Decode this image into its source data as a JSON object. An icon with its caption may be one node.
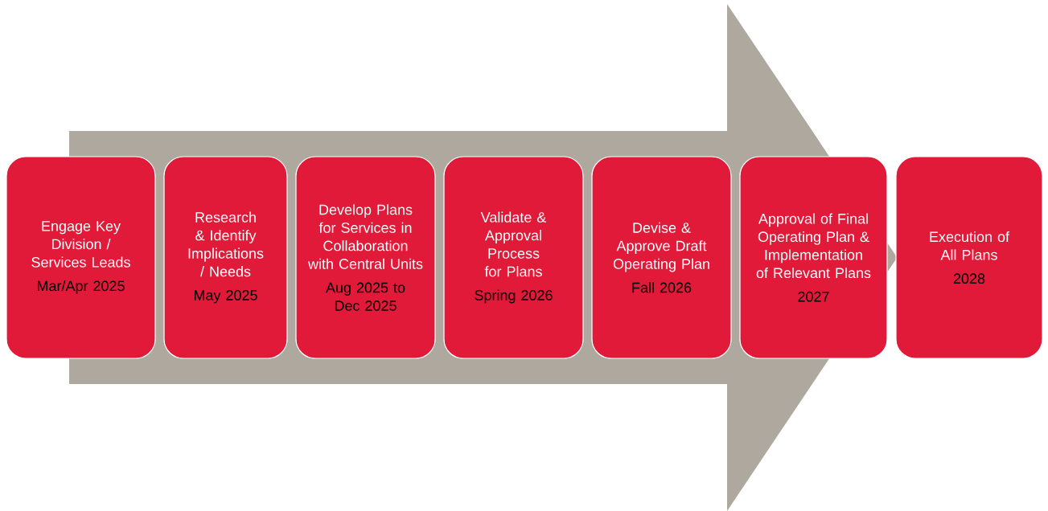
{
  "diagram": {
    "nodes": [
      {
        "text": [
          "Engage Key Division / Services Leads",
          "Mar/Apr 2025"
        ]
      },
      {
        "text": [
          "Research & Identify Implications / Needs",
          "May 2025"
        ]
      },
      {
        "text": [
          "Develop Plans for Services in Collaboration with Central Units",
          "Aug 2025 to Dec 2025"
        ]
      },
      {
        "text": [
          "Validate & Approval Process for Plans",
          "Spring 2026"
        ]
      },
      {
        "text": [
          "Devise & Approve Draft Operating Plan",
          "Fall 2026"
        ]
      },
      {
        "text": [
          "Approval of Final Operating Plan & Implementation of Relevant Plans",
          "2027"
        ]
      },
      {
        "text": [
          "Execution of All Plans",
          "2028"
        ]
      }
    ],
    "edges": [
      {
        "from": 0,
        "to": 6,
        "arrow": "to"
      }
    ]
  }
}
